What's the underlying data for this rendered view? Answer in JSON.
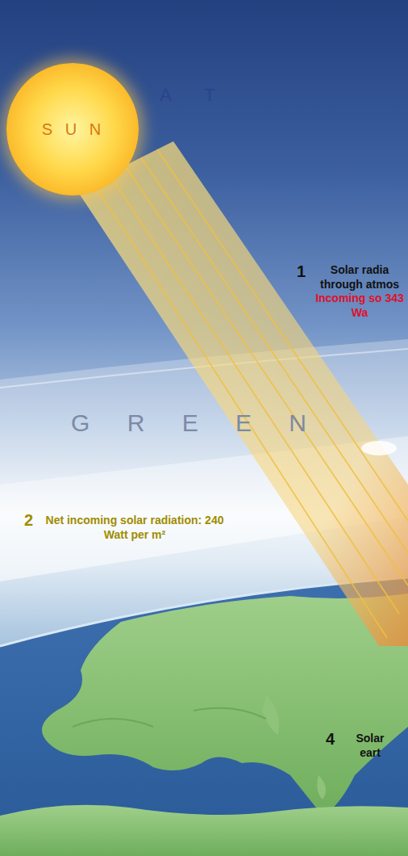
{
  "diagram": {
    "nodes": [
      {
        "text": [
          "S U N"
        ]
      }
    ],
    "labels": [
      "A T",
      "1",
      "Solar radia through atmos",
      "Incoming so 343 Wa",
      "G R E E N",
      "2",
      "Net incoming solar radiation: 240 Watt per m²",
      "4",
      "Solar eart"
    ]
  }
}
